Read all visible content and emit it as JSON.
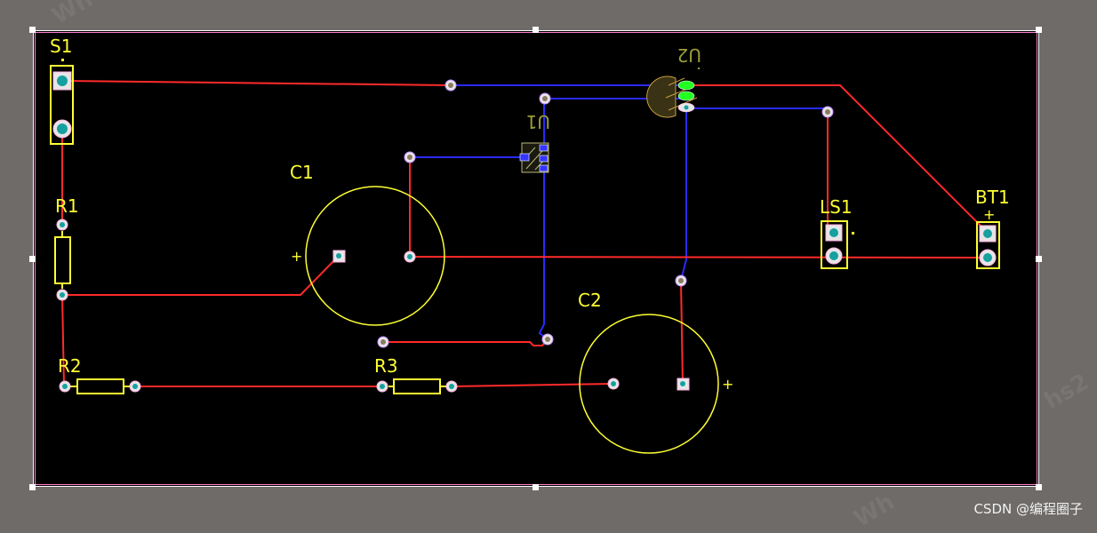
{
  "watermarks": {
    "top_left": "Wh",
    "right": "hs2",
    "bottom": "Wh"
  },
  "credit": "CSDN @编程圈子",
  "designators": {
    "s1": "S1",
    "r1": "R1",
    "r2": "R2",
    "r3": "R3",
    "c1": "C1",
    "c2": "C2",
    "u1": "U1",
    "u2": "U2",
    "ls1": "LS1",
    "bt1": "BT1"
  },
  "polarity_marks": {
    "c1_plus": "+",
    "c2_plus": "+",
    "bt1_plus": "+"
  },
  "colors": {
    "board": "#000000",
    "frame": "#6e6b69",
    "top_trace": "#ff2a2a",
    "bottom_trace": "#2a2aff",
    "silkscreen": "#ffff33",
    "pad": "#16a0a0",
    "board_outline": "#ff7fd0"
  }
}
